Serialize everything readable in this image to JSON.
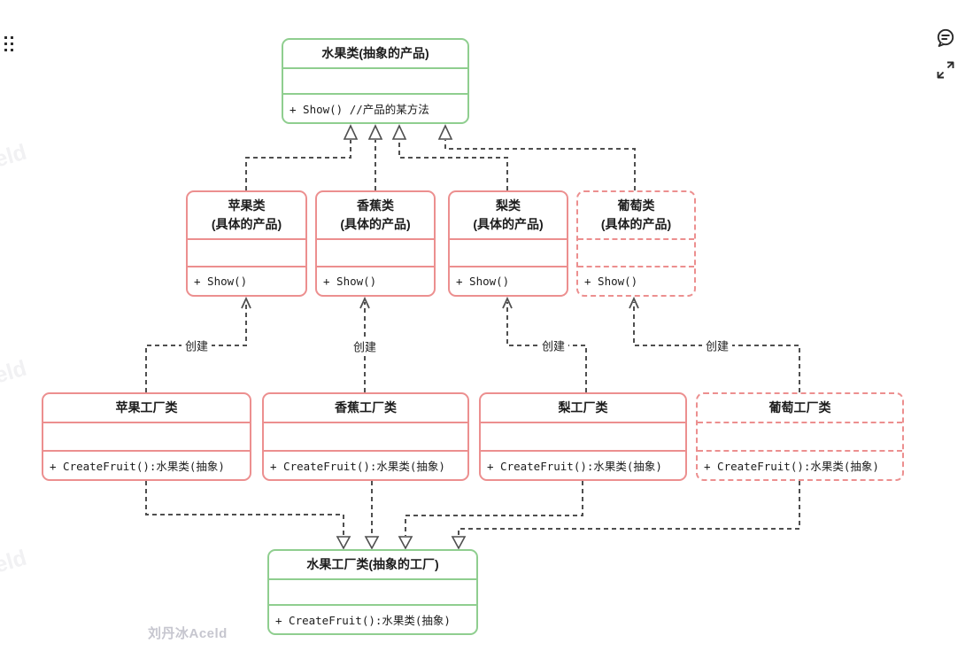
{
  "diagram": {
    "classes": {
      "fruit_abstract": {
        "title": "水果类(抽象的产品)",
        "method": "+ Show() //产品的某方法"
      },
      "apple_product": {
        "title_line1": "苹果类",
        "title_line2": "(具体的产品)",
        "method": "+ Show()"
      },
      "banana_product": {
        "title_line1": "香蕉类",
        "title_line2": "(具体的产品)",
        "method": "+ Show()"
      },
      "pear_product": {
        "title_line1": "梨类",
        "title_line2": "(具体的产品)",
        "method": "+ Show()"
      },
      "grape_product": {
        "title_line1": "葡萄类",
        "title_line2": "(具体的产品)",
        "method": "+ Show()"
      },
      "apple_factory": {
        "title": "苹果工厂类",
        "method": "+ CreateFruit():水果类(抽象)"
      },
      "banana_factory": {
        "title": "香蕉工厂类",
        "method": "+ CreateFruit():水果类(抽象)"
      },
      "pear_factory": {
        "title": "梨工厂类",
        "method": "+ CreateFruit():水果类(抽象)"
      },
      "grape_factory": {
        "title": "葡萄工厂类",
        "method": "+ CreateFruit():水果类(抽象)"
      },
      "fruit_factory_abstract": {
        "title": "水果工厂类(抽象的工厂)",
        "method": "+ CreateFruit():水果类(抽象)"
      }
    },
    "edge_label_create": "创建",
    "colors": {
      "abstract_border": "#8fce8f",
      "concrete_border": "#ec8f8f",
      "edge_line": "#4f4f4f"
    }
  },
  "watermarks": {
    "author": "刘丹冰Aceld",
    "edge_fragment": "eld"
  },
  "icons": {
    "drag_handle": "six-dots-grid",
    "comment": "speech-bubble",
    "expand": "fullscreen-expand"
  }
}
